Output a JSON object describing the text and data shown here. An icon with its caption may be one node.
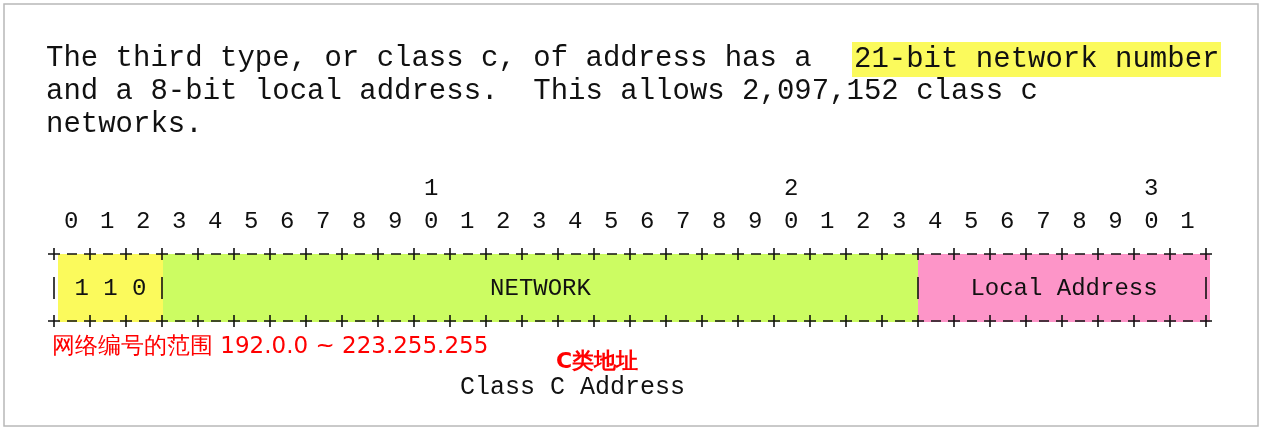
{
  "diagram": {
    "nodes": [
      {
        "text": [
          "1 1 0"
        ]
      },
      {
        "text": [
          "NETWORK"
        ]
      },
      {
        "text": [
          "Local Address"
        ]
      }
    ],
    "labels": [
      "The third type, or class c, of address has a",
      "21-bit network number",
      "and a 8-bit local address.  This allows 2,097,152 class c",
      "networks.",
      "1",
      "2",
      "3",
      "0 1 2 3 4 5 6 7 8 9 0 1 2 3 4 5 6 7 8 9 0 1 2 3 4 5 6 7 8 9 0 1",
      "网络编号的范围 192.0.0 ~ 223.255.255",
      "C类地址",
      "Class C Address"
    ]
  }
}
